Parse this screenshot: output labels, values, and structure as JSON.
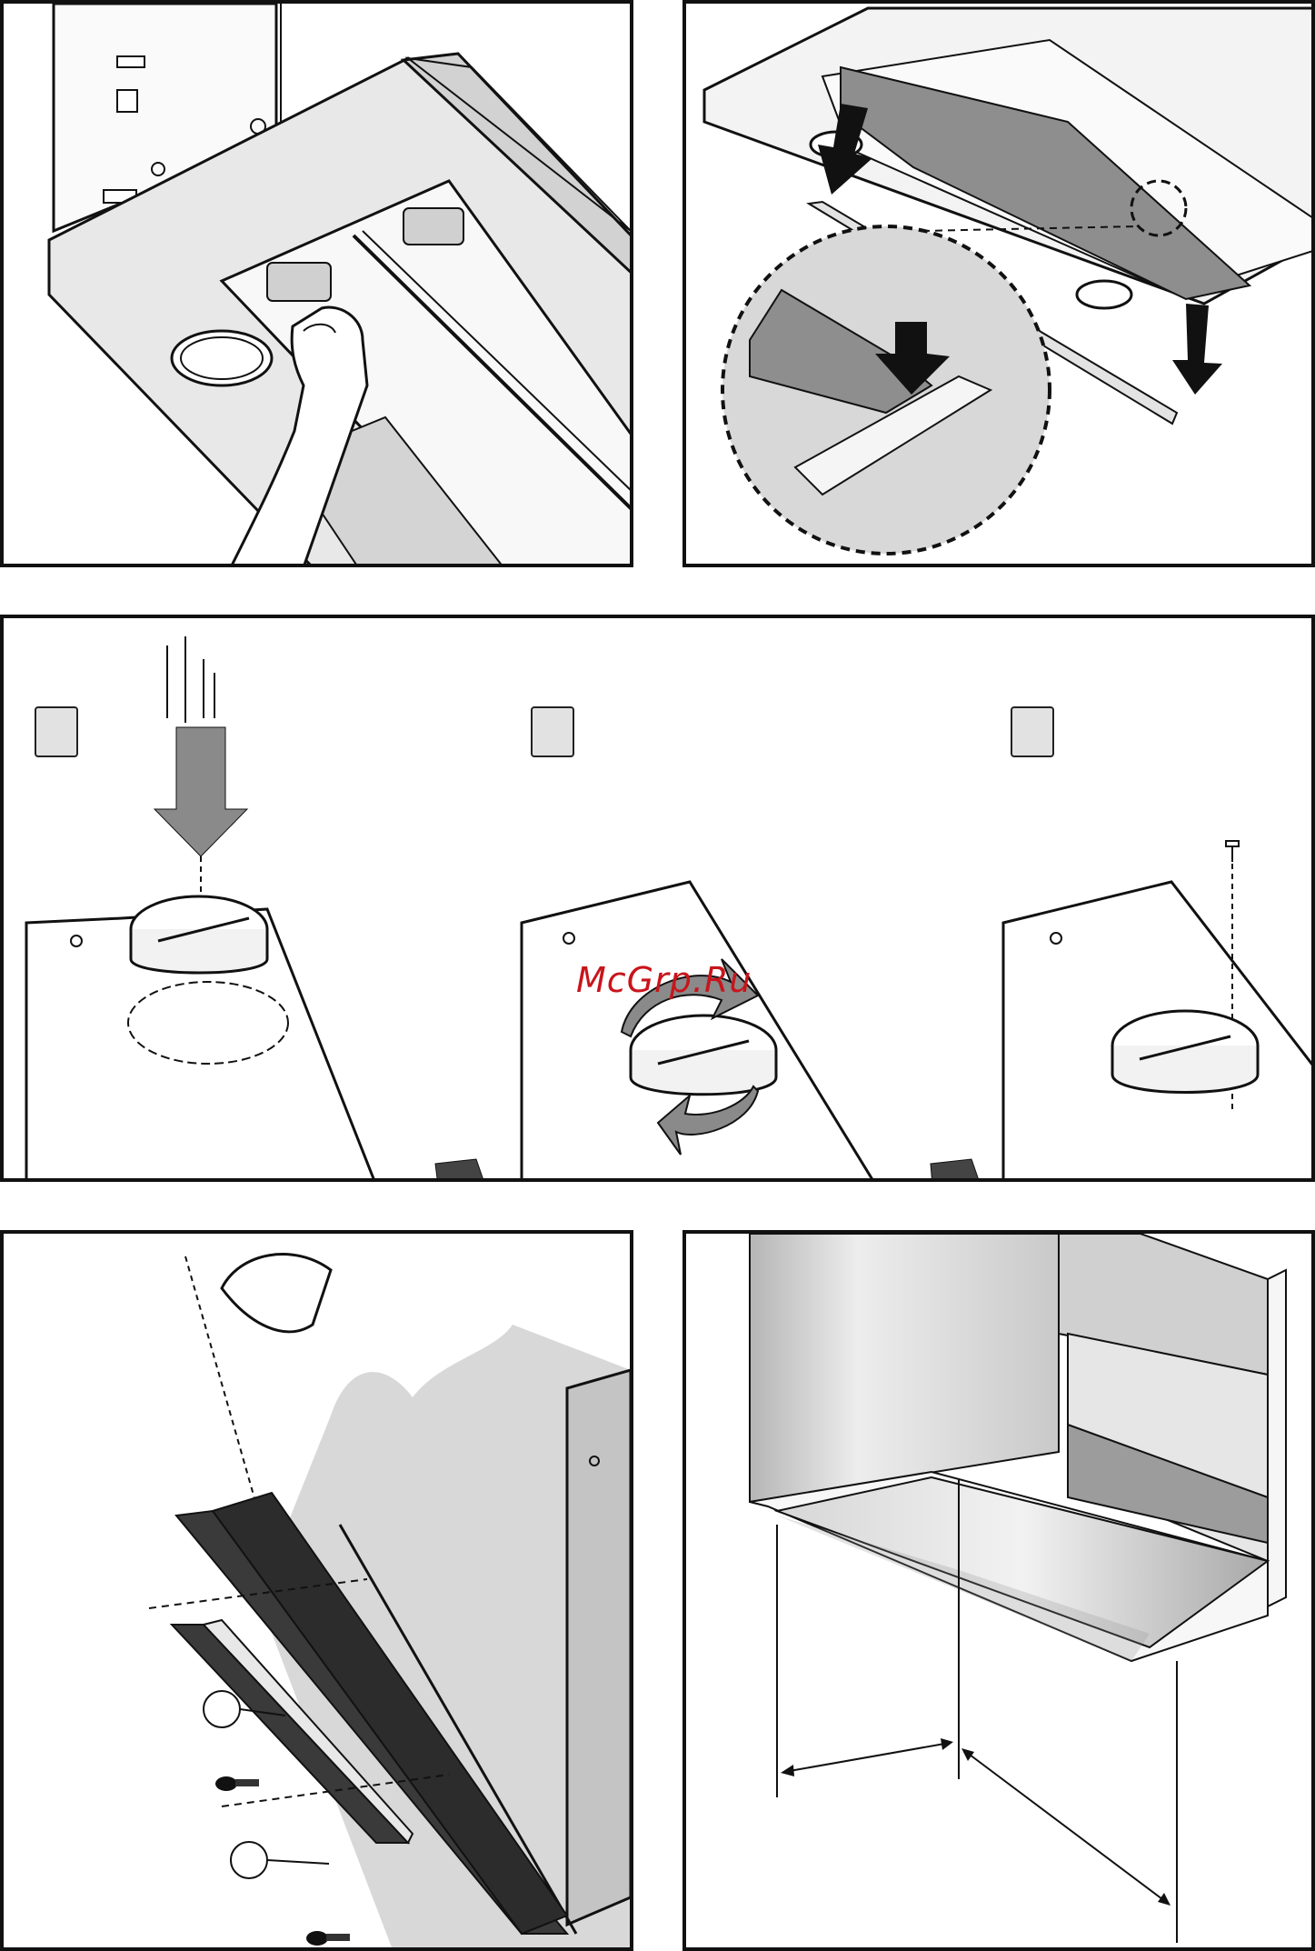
{
  "watermark": {
    "text": "McGrp.Ru",
    "color": "#c8151b"
  },
  "colors": {
    "line": "#111111",
    "fill_light": "#f2f2f2",
    "fill_mid": "#cfcfcf",
    "fill_dark": "#8e8e8e",
    "arrow": "#8a8a8a"
  },
  "panels": [
    {
      "id": "panel-1",
      "icons": [
        "hood-underside",
        "hand-icon",
        "filter-clip"
      ]
    },
    {
      "id": "panel-2",
      "icons": [
        "arrow-down-icon",
        "detail-magnifier",
        "filter-strip"
      ]
    },
    {
      "id": "panel-3",
      "steps": [
        {
          "label": ""
        },
        {
          "label": ""
        },
        {
          "label": ""
        }
      ],
      "icons": [
        "drop-arrow-icon",
        "collar-ring",
        "rotate-arrow-icon",
        "screw-icon"
      ]
    },
    {
      "id": "panel-4",
      "callouts": [
        {
          "label": ""
        },
        {
          "label": ""
        }
      ],
      "icons": [
        "grille-top",
        "grille-bottom",
        "screw-icon",
        "hand-icon"
      ]
    },
    {
      "id": "panel-5",
      "icons": [
        "wall-cabinet",
        "dimension-arrow-icon"
      ]
    }
  ]
}
